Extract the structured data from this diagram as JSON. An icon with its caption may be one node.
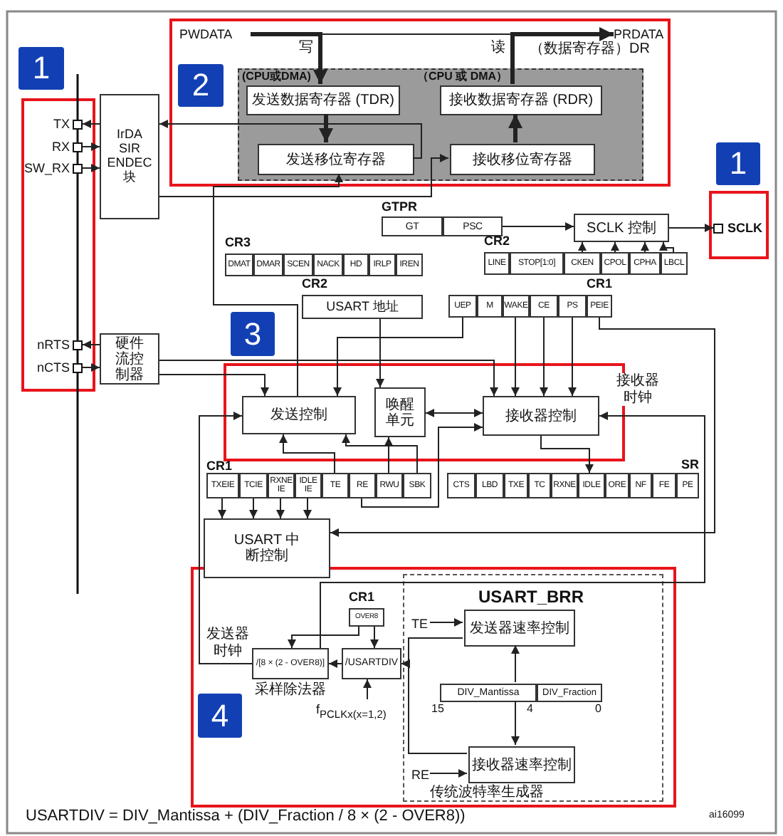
{
  "diagram": {
    "nodes": [
      {
        "text": [
          "1"
        ]
      },
      {
        "text": [
          "2"
        ]
      },
      {
        "text": [
          "3"
        ]
      },
      {
        "text": [
          "4"
        ]
      },
      {
        "text": [
          "1"
        ]
      },
      {
        "text": [
          "PWDATA"
        ]
      },
      {
        "text": [
          "PRDATA"
        ]
      },
      {
        "text": [
          "(CPU或DMA)",
          "（CPU 或 DMA）"
        ]
      },
      {
        "text": [
          "发送数据寄存器 (TDR)"
        ],
        "in": 7
      },
      {
        "text": [
          "接收数据寄存器 (RDR)"
        ],
        "in": 7
      },
      {
        "text": [
          "发送移位寄存器"
        ],
        "in": 7
      },
      {
        "text": [
          "接收移位寄存器"
        ],
        "in": 7
      },
      {
        "text": [
          "TX"
        ]
      },
      {
        "text": [
          "RX"
        ]
      },
      {
        "text": [
          "SW_RX"
        ]
      },
      {
        "text": [
          "nRTS"
        ]
      },
      {
        "text": [
          "nCTS"
        ]
      },
      {
        "text": [
          "IrDA SIR ENDEC 块"
        ]
      },
      {
        "text": [
          "硬件流控制器"
        ]
      },
      {
        "text": [
          "GTPR"
        ]
      },
      {
        "text": [
          "GT"
        ],
        "in": 19
      },
      {
        "text": [
          "PSC"
        ],
        "in": 19
      },
      {
        "text": [
          "SCLK 控制"
        ]
      },
      {
        "text": [
          "SCLK"
        ]
      },
      {
        "text": [
          "CR3"
        ]
      },
      {
        "text": [
          "DMAT"
        ],
        "in": 24
      },
      {
        "text": [
          "DMAR"
        ],
        "in": 24
      },
      {
        "text": [
          "SCEN"
        ],
        "in": 24
      },
      {
        "text": [
          "NACK"
        ],
        "in": 24
      },
      {
        "text": [
          "HD"
        ],
        "in": 24
      },
      {
        "text": [
          "IRLP"
        ],
        "in": 24
      },
      {
        "text": [
          "IREN"
        ],
        "in": 24
      },
      {
        "text": [
          "CR2"
        ]
      },
      {
        "text": [
          "LINE"
        ],
        "in": 32
      },
      {
        "text": [
          "STOP[1:0]"
        ],
        "in": 32
      },
      {
        "text": [
          "CKEN"
        ],
        "in": 32
      },
      {
        "text": [
          "CPOL"
        ],
        "in": 32
      },
      {
        "text": [
          "CPHA"
        ],
        "in": 32
      },
      {
        "text": [
          "LBCL"
        ],
        "in": 32
      },
      {
        "text": [
          "CR2"
        ]
      },
      {
        "text": [
          "USART 地址"
        ],
        "in": 39
      },
      {
        "text": [
          "CR1"
        ]
      },
      {
        "text": [
          "UEP"
        ],
        "in": 41
      },
      {
        "text": [
          "M"
        ],
        "in": 41
      },
      {
        "text": [
          "WAKE"
        ],
        "in": 41
      },
      {
        "text": [
          "CE"
        ],
        "in": 41
      },
      {
        "text": [
          "PS"
        ],
        "in": 41
      },
      {
        "text": [
          "PEIE"
        ],
        "in": 41
      },
      {
        "text": [
          "发送控制"
        ]
      },
      {
        "text": [
          "唤醒单元"
        ]
      },
      {
        "text": [
          "接收器控制"
        ]
      },
      {
        "text": [
          "CR1"
        ]
      },
      {
        "text": [
          "TXEIE"
        ],
        "in": 51
      },
      {
        "text": [
          "TCIE"
        ],
        "in": 51
      },
      {
        "text": [
          "RXNE IE"
        ],
        "in": 51
      },
      {
        "text": [
          "IDLE IE"
        ],
        "in": 51
      },
      {
        "text": [
          "TE"
        ],
        "in": 51
      },
      {
        "text": [
          "RE"
        ],
        "in": 51
      },
      {
        "text": [
          "RWU"
        ],
        "in": 51
      },
      {
        "text": [
          "SBK"
        ],
        "in": 51
      },
      {
        "text": [
          "SR"
        ]
      },
      {
        "text": [
          "CTS"
        ],
        "in": 60
      },
      {
        "text": [
          "LBD"
        ],
        "in": 60
      },
      {
        "text": [
          "TXE"
        ],
        "in": 60
      },
      {
        "text": [
          "TC"
        ],
        "in": 60
      },
      {
        "text": [
          "RXNE"
        ],
        "in": 60
      },
      {
        "text": [
          "IDLE"
        ],
        "in": 60
      },
      {
        "text": [
          "ORE"
        ],
        "in": 60
      },
      {
        "text": [
          "NF"
        ],
        "in": 60
      },
      {
        "text": [
          "FE"
        ],
        "in": 60
      },
      {
        "text": [
          "PE"
        ],
        "in": 60
      },
      {
        "text": [
          "USART 中断控制"
        ]
      },
      {
        "text": [
          "CR1"
        ]
      },
      {
        "text": [
          "OVER8"
        ],
        "in": 72
      },
      {
        "text": [
          "/[8 × (2 - OVER8)]"
        ],
        "beside": [
          "采样除法器"
        ]
      },
      {
        "text": [
          "/USARTDIV"
        ]
      },
      {
        "text": [
          "f$_{PCLKx(x=1,2)}$"
        ]
      },
      {
        "text": [
          "USART_BRR",
          "传统波特率生成器"
        ]
      },
      {
        "text": [
          "TE"
        ],
        "in": 77
      },
      {
        "text": [
          "发送器速率控制"
        ],
        "in": 77
      },
      {
        "text": [
          "DIV_Mantissa"
        ],
        "in": 77
      },
      {
        "text": [
          "DIV_Fraction"
        ],
        "in": 77
      },
      {
        "text": [
          "接收器速率控制"
        ],
        "in": 77
      },
      {
        "text": [
          "RE"
        ],
        "in": 77
      }
    ],
    "edges": [
      {
        "from": 5,
        "to": 8,
        "arrow": "to",
        "label": "写",
        "style": "thick"
      },
      {
        "from": 9,
        "to": 6,
        "arrow": "to",
        "label": "读",
        "style": "thick"
      },
      {
        "from": 8,
        "to": 10,
        "arrow": "to",
        "style": "thick"
      },
      {
        "from": 11,
        "to": 9,
        "arrow": "to",
        "style": "thick"
      },
      {
        "from": 10,
        "to": 17,
        "arrow": "to"
      },
      {
        "from": 17,
        "to": 12,
        "arrow": "to"
      },
      {
        "from": 13,
        "to": 17,
        "arrow": "to"
      },
      {
        "from": 14,
        "to": 17,
        "arrow": "to"
      },
      {
        "from": 17,
        "to": 11,
        "arrow": "to"
      },
      {
        "from": 48,
        "to": 10,
        "arrow": "to"
      },
      {
        "from": 18,
        "to": 15,
        "arrow": "to"
      },
      {
        "from": 16,
        "to": 18,
        "arrow": "to"
      },
      {
        "from": 18,
        "to": 48,
        "arrow": "to"
      },
      {
        "from": 18,
        "to": 50,
        "arrow": "to"
      },
      {
        "from": 21,
        "to": 22,
        "arrow": "to"
      },
      {
        "from": 22,
        "to": 23,
        "arrow": "to"
      },
      {
        "from": 35,
        "to": 22,
        "arrow": "to"
      },
      {
        "from": 36,
        "to": 22,
        "arrow": "to"
      },
      {
        "from": 37,
        "to": 22,
        "arrow": "to"
      },
      {
        "from": 38,
        "to": 22,
        "arrow": "to"
      },
      {
        "from": 40,
        "to": 49,
        "arrow": "to"
      },
      {
        "from": 42,
        "to": 48,
        "arrow": "to"
      },
      {
        "from": 44,
        "to": 50,
        "arrow": "to"
      },
      {
        "from": 45,
        "to": 50,
        "arrow": "to"
      },
      {
        "from": 46,
        "to": 50,
        "arrow": "to"
      },
      {
        "from": 47,
        "to": 71,
        "arrow": "to"
      },
      {
        "from": 50,
        "to": 66,
        "arrow": "to"
      },
      {
        "from": 56,
        "to": 48,
        "arrow": "to"
      },
      {
        "from": 59,
        "to": 48,
        "arrow": "to"
      },
      {
        "from": 57,
        "to": 50,
        "arrow": "to"
      },
      {
        "from": 58,
        "to": 49,
        "arrow": "to"
      },
      {
        "from": 49,
        "to": 50,
        "arrow": "both"
      },
      {
        "from": 52,
        "to": 71,
        "arrow": "to"
      },
      {
        "from": 53,
        "to": 71,
        "arrow": "to"
      },
      {
        "from": 54,
        "to": 71,
        "arrow": "to"
      },
      {
        "from": 55,
        "to": 71,
        "arrow": "to"
      },
      {
        "from": 75,
        "to": 74,
        "arrow": "to"
      },
      {
        "from": 76,
        "to": 75,
        "arrow": "to"
      },
      {
        "from": 73,
        "to": 74,
        "arrow": "to"
      },
      {
        "from": 73,
        "to": 75,
        "arrow": "to"
      },
      {
        "from": 74,
        "to": 48,
        "arrow": "to",
        "label": "发送器时钟"
      },
      {
        "from": 74,
        "to": 50,
        "arrow": "to",
        "label": "接收器时钟"
      },
      {
        "from": 78,
        "to": 79,
        "arrow": "to"
      },
      {
        "from": 83,
        "to": 82,
        "arrow": "to"
      },
      {
        "from": 80,
        "to": 79,
        "arrow": "to"
      },
      {
        "from": 80,
        "to": 82,
        "arrow": "to"
      },
      {
        "from": 79,
        "to": 75,
        "arrow": "to"
      },
      {
        "from": 82,
        "to": 75,
        "arrow": "to"
      }
    ],
    "labels": [
      "（数据寄存器）DR",
      "15",
      "4",
      "0",
      "USARTDIV = DIV_Mantissa + (DIV_Fraction / 8 × (2 - OVER8))",
      "ai16099"
    ]
  }
}
